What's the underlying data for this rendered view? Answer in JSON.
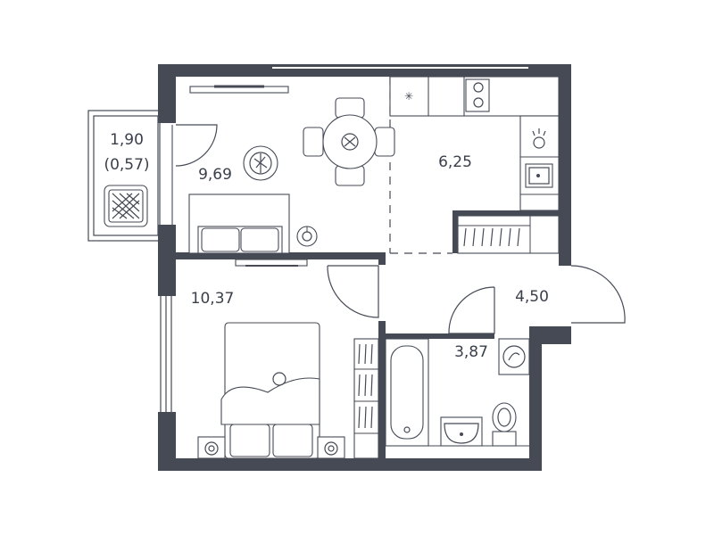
{
  "floor_plan": {
    "colors": {
      "wall": "#454a55",
      "background": "#ffffff"
    },
    "rooms": [
      {
        "id": "balcony",
        "area": "1,90",
        "area_sub": "(0,57)"
      },
      {
        "id": "living-kitchen",
        "area": "9,69"
      },
      {
        "id": "kitchen",
        "area": "6,25"
      },
      {
        "id": "bedroom",
        "area": "10,37"
      },
      {
        "id": "hallway",
        "area": "4,50"
      },
      {
        "id": "bathroom",
        "area": "3,87"
      }
    ],
    "icons": [
      "dining-table-icon",
      "sofa-icon",
      "double-bed-icon",
      "bathtub-icon",
      "toilet-icon",
      "washbasin-icon",
      "washing-machine-icon",
      "kitchen-sink-icon",
      "stove-icon",
      "wardrobe-icon",
      "tv-icon",
      "armchair-icon",
      "plant-icon",
      "lamp-icon"
    ]
  }
}
